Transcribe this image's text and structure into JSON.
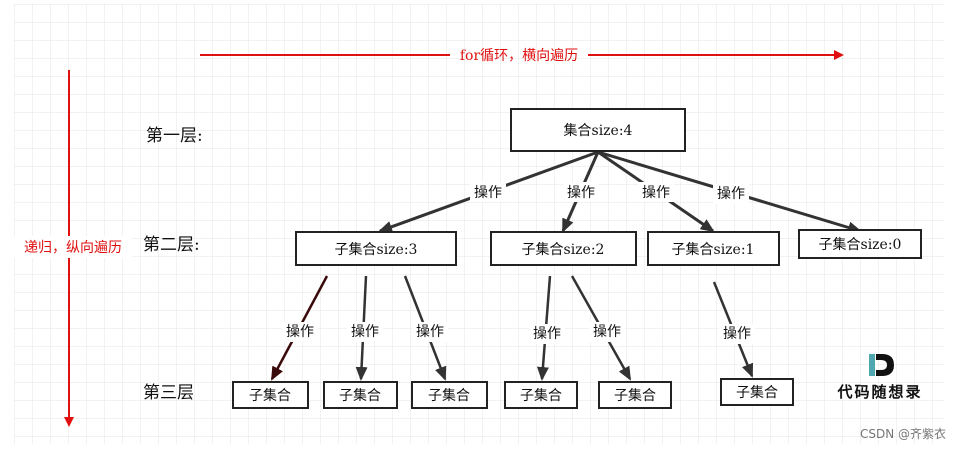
{
  "arrows": {
    "horizontal_label": "for循环，横向遍历",
    "vertical_label": "递归，纵向遍历"
  },
  "layers": {
    "first": "第一层:",
    "second": "第二层:",
    "third": "第三层"
  },
  "root": "集合size:4",
  "level2": [
    "子集合size:3",
    "子集合size:2",
    "子集合size:1",
    "子集合size:0"
  ],
  "level3": [
    "子集合",
    "子集合",
    "子集合",
    "子集合",
    "子集合",
    "子集合"
  ],
  "op_label": "操作",
  "brand": "代码随想录",
  "watermark": "CSDN @齐紫衣",
  "colors": {
    "red": "#e01010",
    "dark": "#333333",
    "grid": "#e4e4e4"
  }
}
